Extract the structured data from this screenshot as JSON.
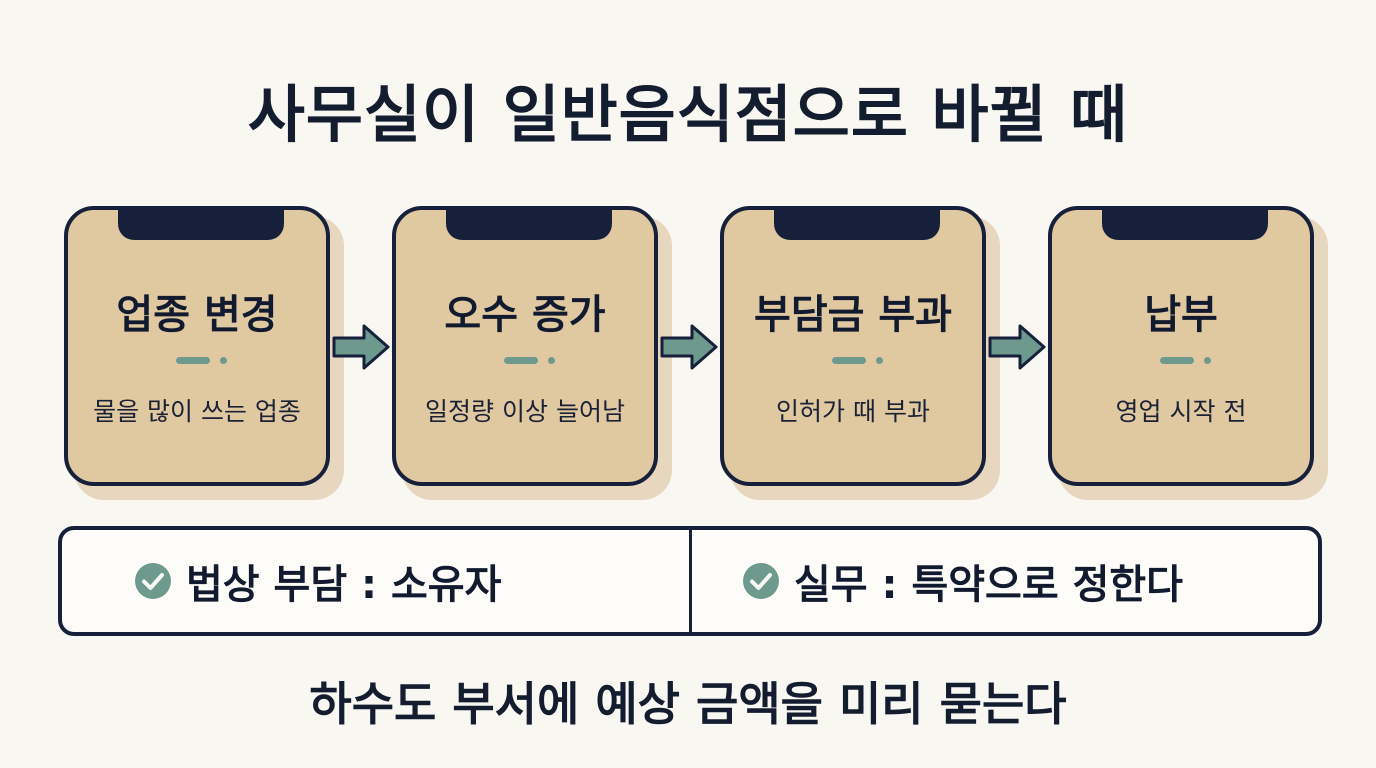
{
  "title": "사무실이 일반음식점으로 바뀔 때",
  "steps": [
    {
      "title": "업종 변경",
      "desc": "물을 많이 쓰는 업종"
    },
    {
      "title": "오수 증가",
      "desc": "일정량 이상 늘어남"
    },
    {
      "title": "부담금 부과",
      "desc": "인허가 때 부과"
    },
    {
      "title": "납부",
      "desc": "영업 시작 전"
    }
  ],
  "notes": [
    {
      "text": "법상 부담 : 소유자",
      "icon": "check-circle-icon"
    },
    {
      "text": "실무 : 특약으로 정한다",
      "icon": "check-circle-icon"
    }
  ],
  "footer": "하수도 부서에 예상 금액을 미리 묻는다",
  "colors": {
    "background": "#f9f7f1",
    "card": "#e0c8a0",
    "card_shadow": "#e6d7be",
    "navy": "#17203a",
    "accent": "#6e9a8e"
  }
}
